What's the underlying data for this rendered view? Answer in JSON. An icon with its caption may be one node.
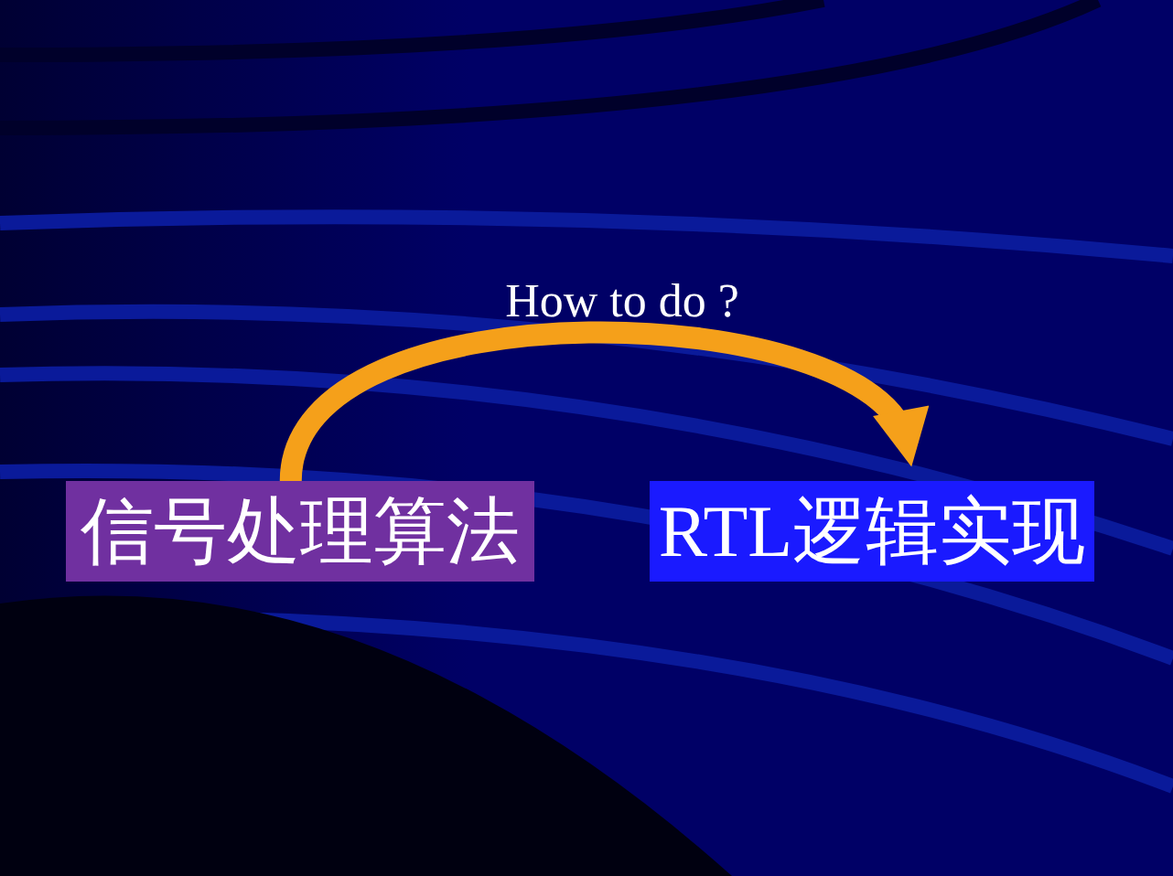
{
  "diagram": {
    "nodes": [
      {
        "text": [
          "信号处理算法"
        ]
      },
      {
        "text": [
          "RTL逻辑实现"
        ]
      }
    ],
    "edges": [
      {
        "from": 0,
        "to": 1,
        "arrow": "to",
        "label": "How to do ?"
      }
    ]
  }
}
